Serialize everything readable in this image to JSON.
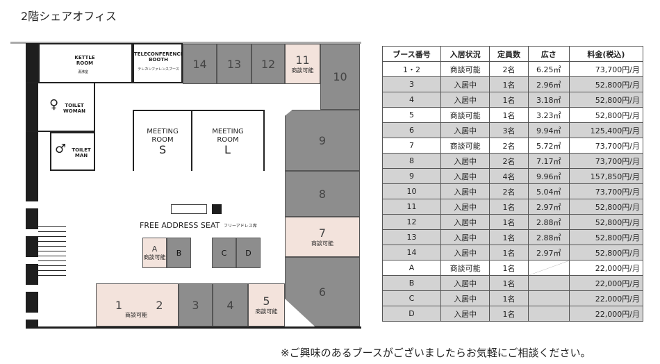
{
  "title": "2階シェアオフィス",
  "plan": {
    "kettle": "KETTLE ROOM",
    "kettle_jp": "湯沸室",
    "tele": "TELECONFERENCE BOOTH",
    "tele_jp": "テレカンファレンスブース",
    "toilet_woman": "TOILET WOMAN",
    "toilet_man": "TOILET MAN",
    "meeting_s": "MEETING ROOM",
    "meeting_s_letter": "S",
    "meeting_l": "MEETING ROOM",
    "meeting_l_letter": "L",
    "free": "FREE ADDRESS SEAT",
    "free_jp": "フリーアドレス席",
    "negotiable": "商談可能",
    "booths": [
      "1",
      "2",
      "3",
      "4",
      "5",
      "6",
      "7",
      "8",
      "9",
      "10",
      "11",
      "12",
      "13",
      "14"
    ],
    "seats": [
      "A",
      "B",
      "C",
      "D"
    ]
  },
  "table": {
    "headers": [
      "ブース番号",
      "入居状況",
      "定員数",
      "広さ",
      "料金(税込)"
    ],
    "rows": [
      [
        "1・2",
        "商談可能",
        "2名",
        "6.25㎡",
        "73,700円/月"
      ],
      [
        "3",
        "入居中",
        "1名",
        "2.96㎡",
        "52,800円/月"
      ],
      [
        "4",
        "入居中",
        "1名",
        "3.18㎡",
        "52,800円/月"
      ],
      [
        "5",
        "商談可能",
        "1名",
        "3.23㎡",
        "52,800円/月"
      ],
      [
        "6",
        "入居中",
        "3名",
        "9.94㎡",
        "125,400円/月"
      ],
      [
        "7",
        "商談可能",
        "2名",
        "5.72㎡",
        "73,700円/月"
      ],
      [
        "8",
        "入居中",
        "2名",
        "7.17㎡",
        "73,700円/月"
      ],
      [
        "9",
        "入居中",
        "4名",
        "9.96㎡",
        "157,850円/月"
      ],
      [
        "10",
        "入居中",
        "2名",
        "5.04㎡",
        "73,700円/月"
      ],
      [
        "11",
        "入居中",
        "1名",
        "2.97㎡",
        "52,800円/月"
      ],
      [
        "12",
        "入居中",
        "1名",
        "2.88㎡",
        "52,800円/月"
      ],
      [
        "13",
        "入居中",
        "1名",
        "2.88㎡",
        "52,800円/月"
      ],
      [
        "14",
        "入居中",
        "1名",
        "2.97㎡",
        "52,800円/月"
      ],
      [
        "A",
        "商談可能",
        "1名",
        "",
        "22,000円/月"
      ],
      [
        "B",
        "入居中",
        "1名",
        "",
        "22,000円/月"
      ],
      [
        "C",
        "入居中",
        "1名",
        "",
        "22,000円/月"
      ],
      [
        "D",
        "入居中",
        "1名",
        "",
        "22,000円/月"
      ]
    ]
  },
  "note": "※ご興味のあるブースがございましたらお気軽にご相談ください。"
}
